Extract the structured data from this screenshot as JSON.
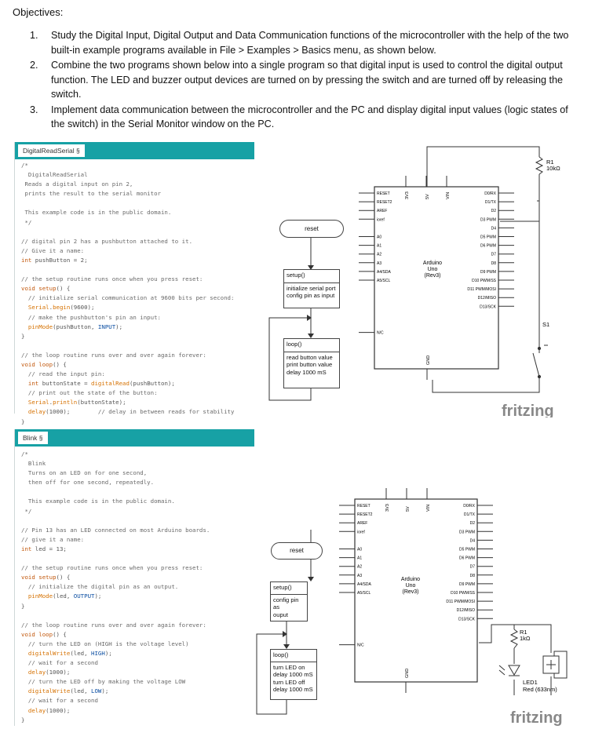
{
  "heading": "Objectives:",
  "objectives": [
    {
      "num": "1.",
      "text": "Study the Digital Input, Digital Output and Data Communication functions of the microcontroller with the help of the two built-in example programs available in File > Examples > Basics menu, as shown below."
    },
    {
      "num": "2.",
      "text": "Combine the two programs shown below into a single program so that digital input is used to control the digital output function. The LED and buzzer output devices are turned on by pressing the switch and are turned off by releasing the switch."
    },
    {
      "num": "3.",
      "text": "Implement data communication between the microcontroller and the PC and display digital input values (logic states of the switch) in the Serial Monitor window on the PC."
    }
  ],
  "panel1": {
    "tab": "DigitalReadSerial §",
    "lines": [
      "/*",
      "  DigitalReadSerial",
      " Reads a digital input on pin 2,",
      " prints the result to the serial monitor",
      "",
      " This example code is in the public domain.",
      " */",
      "",
      "// digital pin 2 has a pushbutton attached to it.",
      "// Give it a name:",
      "int pushButton = 2;",
      "",
      "// the setup routine runs once when you press reset:",
      "void setup() {",
      "  // initialize serial communication at 9600 bits per second:",
      "  Serial.begin(9600);",
      "  // make the pushbutton's pin an input:",
      "  pinMode(pushButton, INPUT);",
      "}",
      "",
      "// the loop routine runs over and over again forever:",
      "void loop() {",
      "  // read the input pin:",
      "  int buttonState = digitalRead(pushButton);",
      "  // print out the state of the button:",
      "  Serial.println(buttonState);",
      "  delay(1000);        // delay in between reads for stability",
      "}"
    ]
  },
  "panel2": {
    "tab": "Blink §",
    "lines": [
      "/*",
      "  Blink",
      "  Turns on an LED on for one second,",
      "  then off for one second, repeatedly.",
      "",
      "  This example code is in the public domain.",
      " */",
      "",
      "// Pin 13 has an LED connected on most Arduino boards.",
      "// give it a name:",
      "int led = 13;",
      "",
      "// the setup routine runs once when you press reset:",
      "void setup() {",
      "  // initialize the digital pin as an output.",
      "  pinMode(led, OUTPUT);",
      "}",
      "",
      "// the loop routine runs over and over again forever:",
      "void loop() {",
      "  // turn the LED on (HIGH is the voltage level)",
      "  digitalWrite(led, HIGH);",
      "  // wait for a second",
      "  delay(1000);",
      "  // turn the LED off by making the voltage LOW",
      "  digitalWrite(led, LOW);",
      "  // wait for a second",
      "  delay(1000);",
      "}"
    ]
  },
  "flow1": {
    "reset": "reset",
    "setup": "setup()",
    "setup_body": [
      "initialize serial port",
      "config pin as input"
    ],
    "loop": "loop()",
    "loop_body": [
      "read button value",
      "print button value",
      "delay 1000 mS"
    ]
  },
  "flow2": {
    "reset": "reset",
    "setup": "setup()",
    "setup_body": [
      "config pin as",
      "ouput"
    ],
    "loop": "loop()",
    "loop_body": [
      "turn LED on",
      "delay 1000 mS",
      "turn LED off",
      "delay 1000 mS"
    ]
  },
  "board": {
    "name": [
      "Arduino",
      "Uno",
      "(Rev3)"
    ],
    "top_pins": [
      "3V3",
      "5V",
      "VIN"
    ],
    "gnd": "GND",
    "left_pins": [
      "RESET",
      "RESET2",
      "AREF",
      "ioref",
      "A0",
      "A1",
      "A2",
      "A3",
      "A4/SDA",
      "A5/SCL",
      "N/C"
    ],
    "right_pins": [
      "D0/RX",
      "D1/TX",
      "D2",
      "D3 PWM",
      "D4",
      "D5 PWM",
      "D6 PWM",
      "D7",
      "D8",
      "D9 PWM",
      "D10 PWM/SS",
      "D11 PWM/MOSI",
      "D12/MISO",
      "D13/SCK"
    ]
  },
  "schematic1": {
    "r_label": "R1",
    "r_value": "10kΩ",
    "switch_label": "S1",
    "brand": "fritzing"
  },
  "schematic2": {
    "r_label": "R1",
    "r_value": "1kΩ",
    "led_label": "LED1",
    "led_value": "Red (633nm)",
    "brand": "fritzing"
  }
}
